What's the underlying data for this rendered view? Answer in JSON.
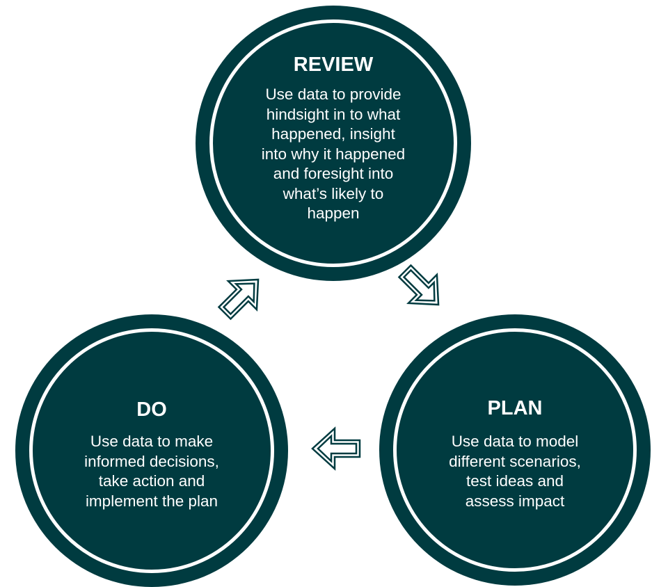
{
  "colors": {
    "circle_fill": "#003b40",
    "text": "#ffffff",
    "ring": "#ffffff",
    "arrow_stroke": "#003b40",
    "background": "#ffffff"
  },
  "review": {
    "title": "REVIEW",
    "lines": [
      "Use data to provide",
      "hindsight in to what",
      "happened, insight",
      "into why it happened",
      "and foresight into",
      "what’s likely to",
      "happen"
    ]
  },
  "plan": {
    "title": "PLAN",
    "lines": [
      "Use data to model",
      "different scenarios,",
      "test ideas and",
      "assess impact"
    ]
  },
  "do": {
    "title": "DO",
    "lines": [
      "Use data to make",
      "informed decisions,",
      "take action and",
      "implement the plan"
    ]
  },
  "arrows": [
    {
      "name": "arrow-review-to-plan-icon",
      "from": "REVIEW",
      "to": "PLAN",
      "direction": "down-right"
    },
    {
      "name": "arrow-plan-to-do-icon",
      "from": "PLAN",
      "to": "DO",
      "direction": "left"
    },
    {
      "name": "arrow-do-to-review-icon",
      "from": "DO",
      "to": "REVIEW",
      "direction": "up-right"
    }
  ]
}
